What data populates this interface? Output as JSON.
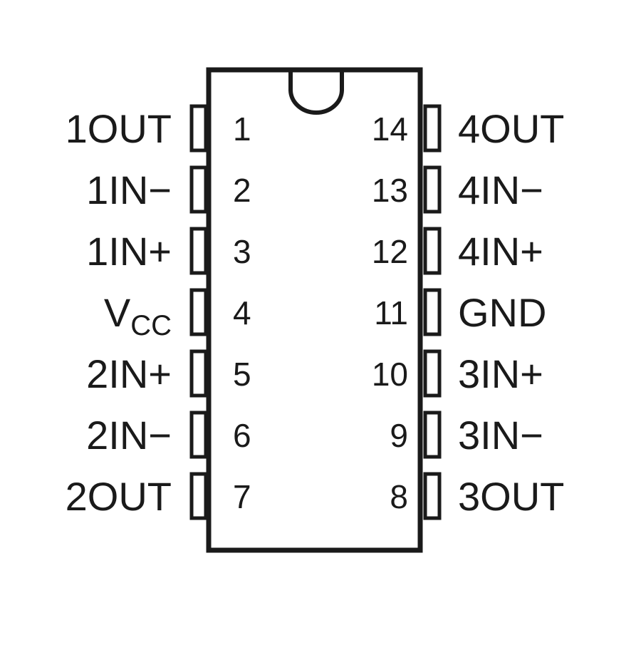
{
  "colors": {
    "ink": "#1a1a1a",
    "background": "#ffffff"
  },
  "pins_left": [
    {
      "number": "1",
      "label": "1OUT"
    },
    {
      "number": "2",
      "label": "1IN−"
    },
    {
      "number": "3",
      "label": "1IN+"
    },
    {
      "number": "4",
      "label": "V",
      "label_sub": "CC"
    },
    {
      "number": "5",
      "label": "2IN+"
    },
    {
      "number": "6",
      "label": "2IN−"
    },
    {
      "number": "7",
      "label": "2OUT"
    }
  ],
  "pins_right": [
    {
      "number": "14",
      "label": "4OUT"
    },
    {
      "number": "13",
      "label": "4IN−"
    },
    {
      "number": "12",
      "label": "4IN+"
    },
    {
      "number": "11",
      "label": "GND"
    },
    {
      "number": "10",
      "label": "3IN+"
    },
    {
      "number": "9",
      "label": "3IN−"
    },
    {
      "number": "8",
      "label": "3OUT"
    }
  ]
}
